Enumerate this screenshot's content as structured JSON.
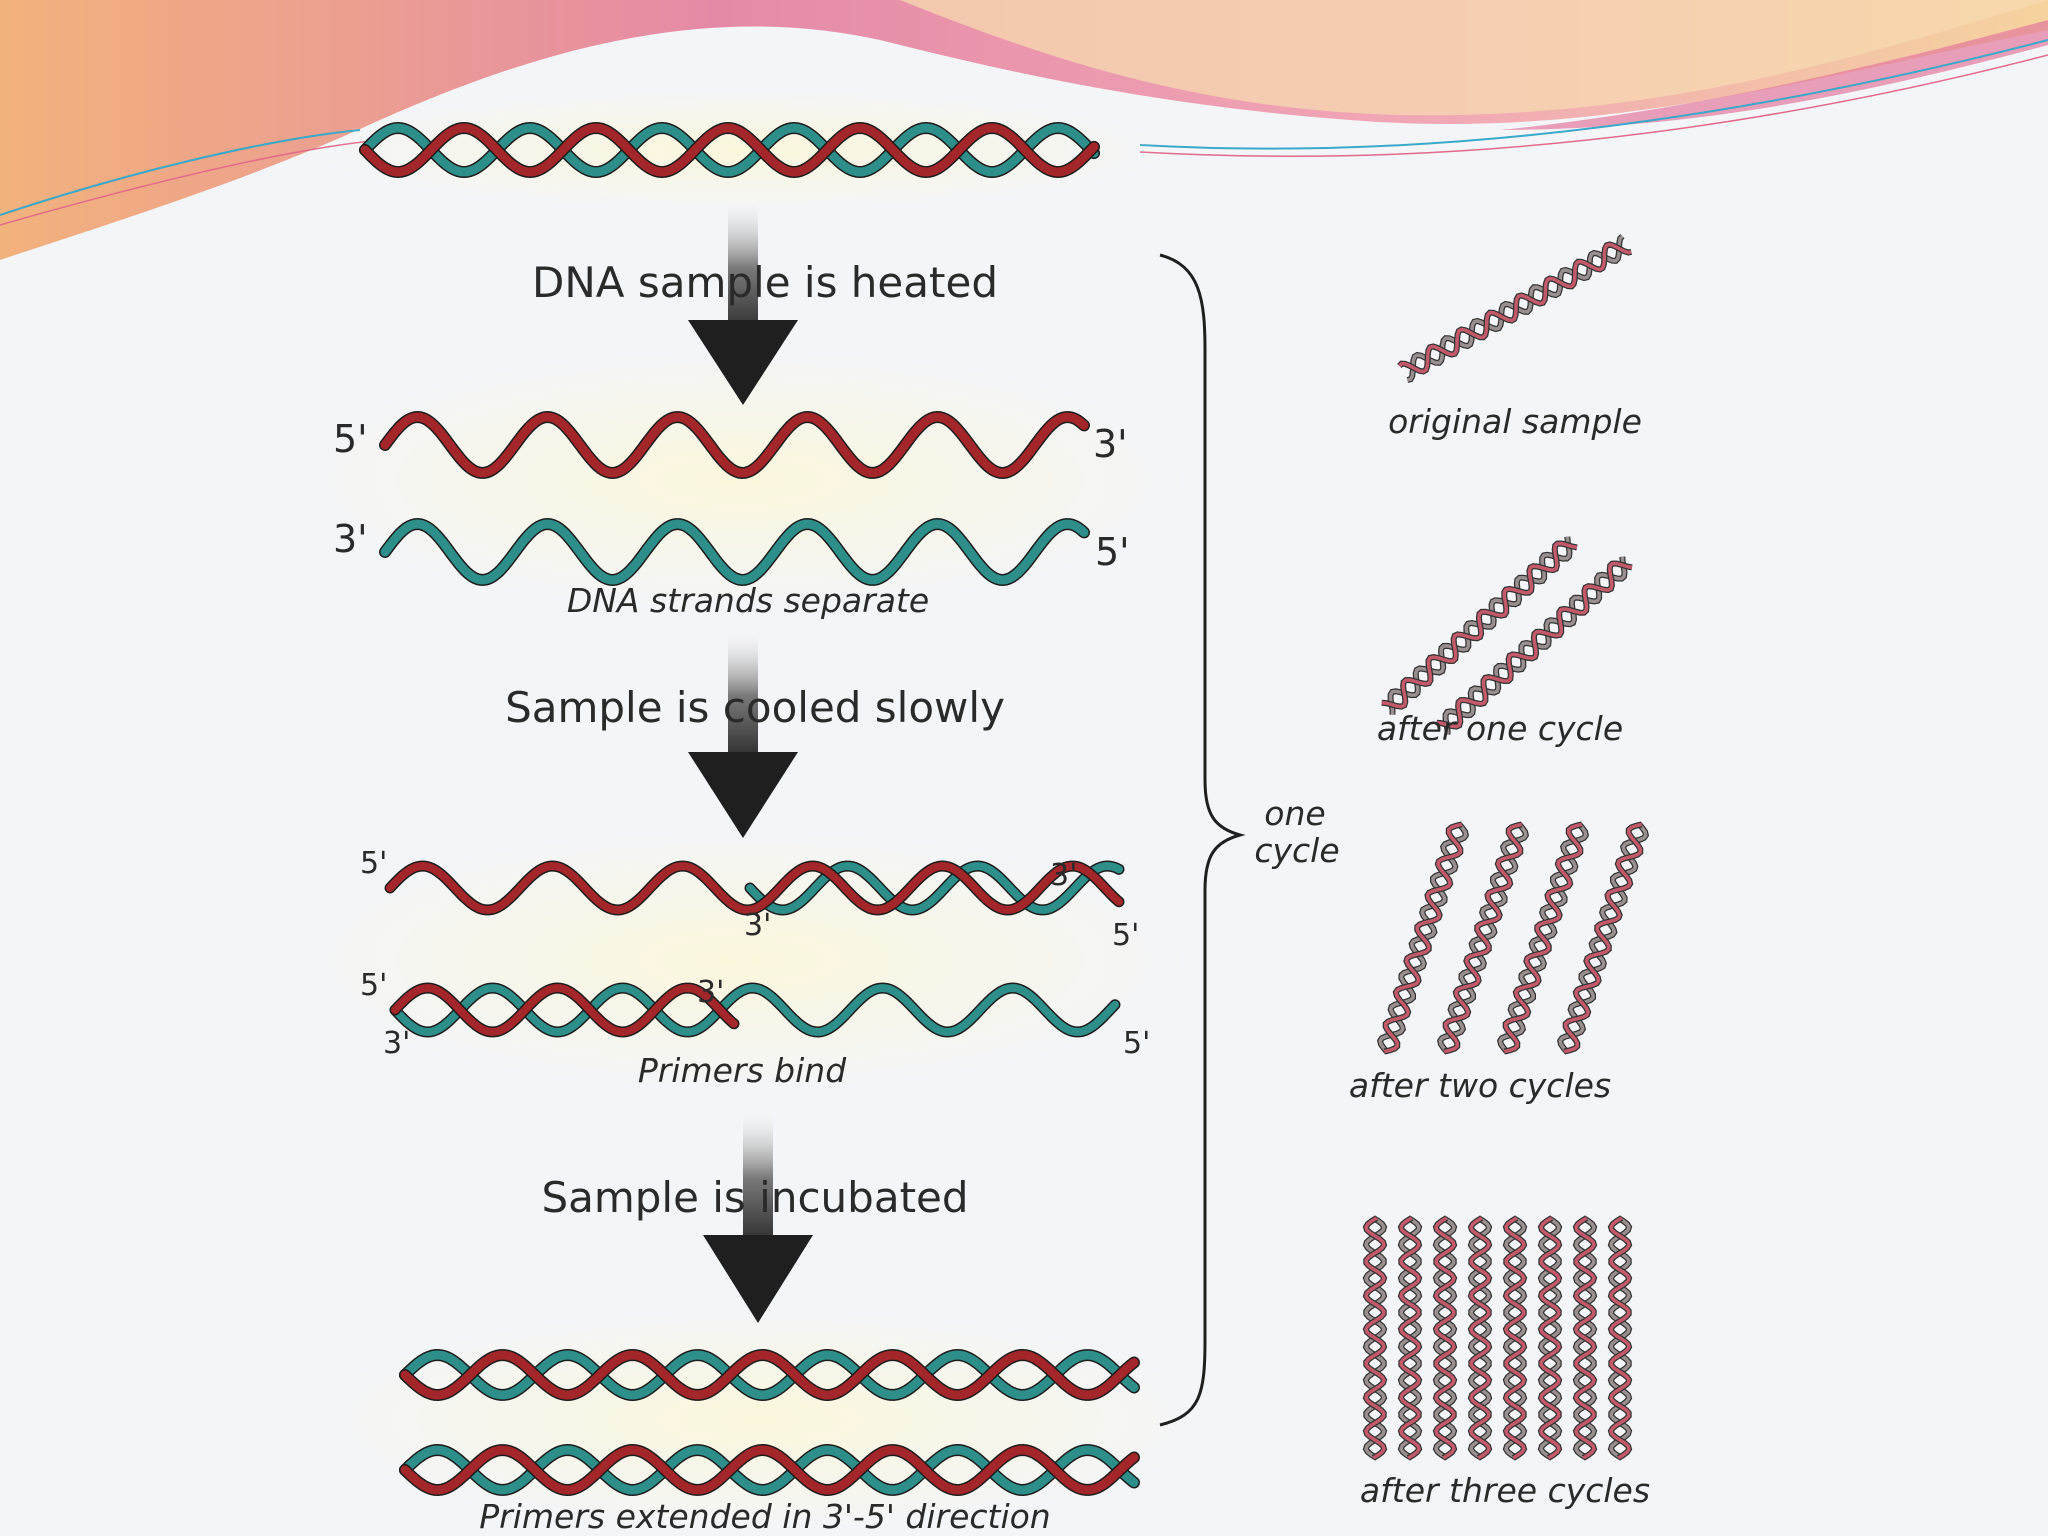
{
  "slide": {
    "theme_colors": {
      "wave_pink": "#e07aa8",
      "wave_peach": "#f2b27c",
      "wave_light": "#f7d7b3",
      "line_teal": "#3aa8c8"
    },
    "strand_colors": {
      "red": "#a3262a",
      "teal": "#2e8f8a",
      "shadow": "#1c1c1c"
    }
  },
  "steps": {
    "heat": "DNA sample is heated",
    "cool": "Sample is cooled slowly",
    "incubate": "Sample is incubated"
  },
  "captions": {
    "separate": "DNA strands separate",
    "bind": "Primers bind",
    "extend": "Primers extended in 3'-5' direction"
  },
  "ends": {
    "s1_left": "5'",
    "s1_right": "3'",
    "s2_left": "3'",
    "s2_right": "5'",
    "b1_left": "5'",
    "b1_primer_mid": "3'",
    "b1_primer_end": "3'",
    "b1_right": "5'",
    "b2_left": "5'",
    "b2_primer_end": "3'",
    "b2_primer_start": "3'",
    "b2_right": "5'"
  },
  "cycle_label": [
    "one",
    "cycle"
  ],
  "amplification": [
    {
      "label": "original sample",
      "copies": 1
    },
    {
      "label": "after one cycle",
      "copies": 2
    },
    {
      "label": "after two cycles",
      "copies": 4
    },
    {
      "label": "after three cycles",
      "copies": 8
    }
  ]
}
